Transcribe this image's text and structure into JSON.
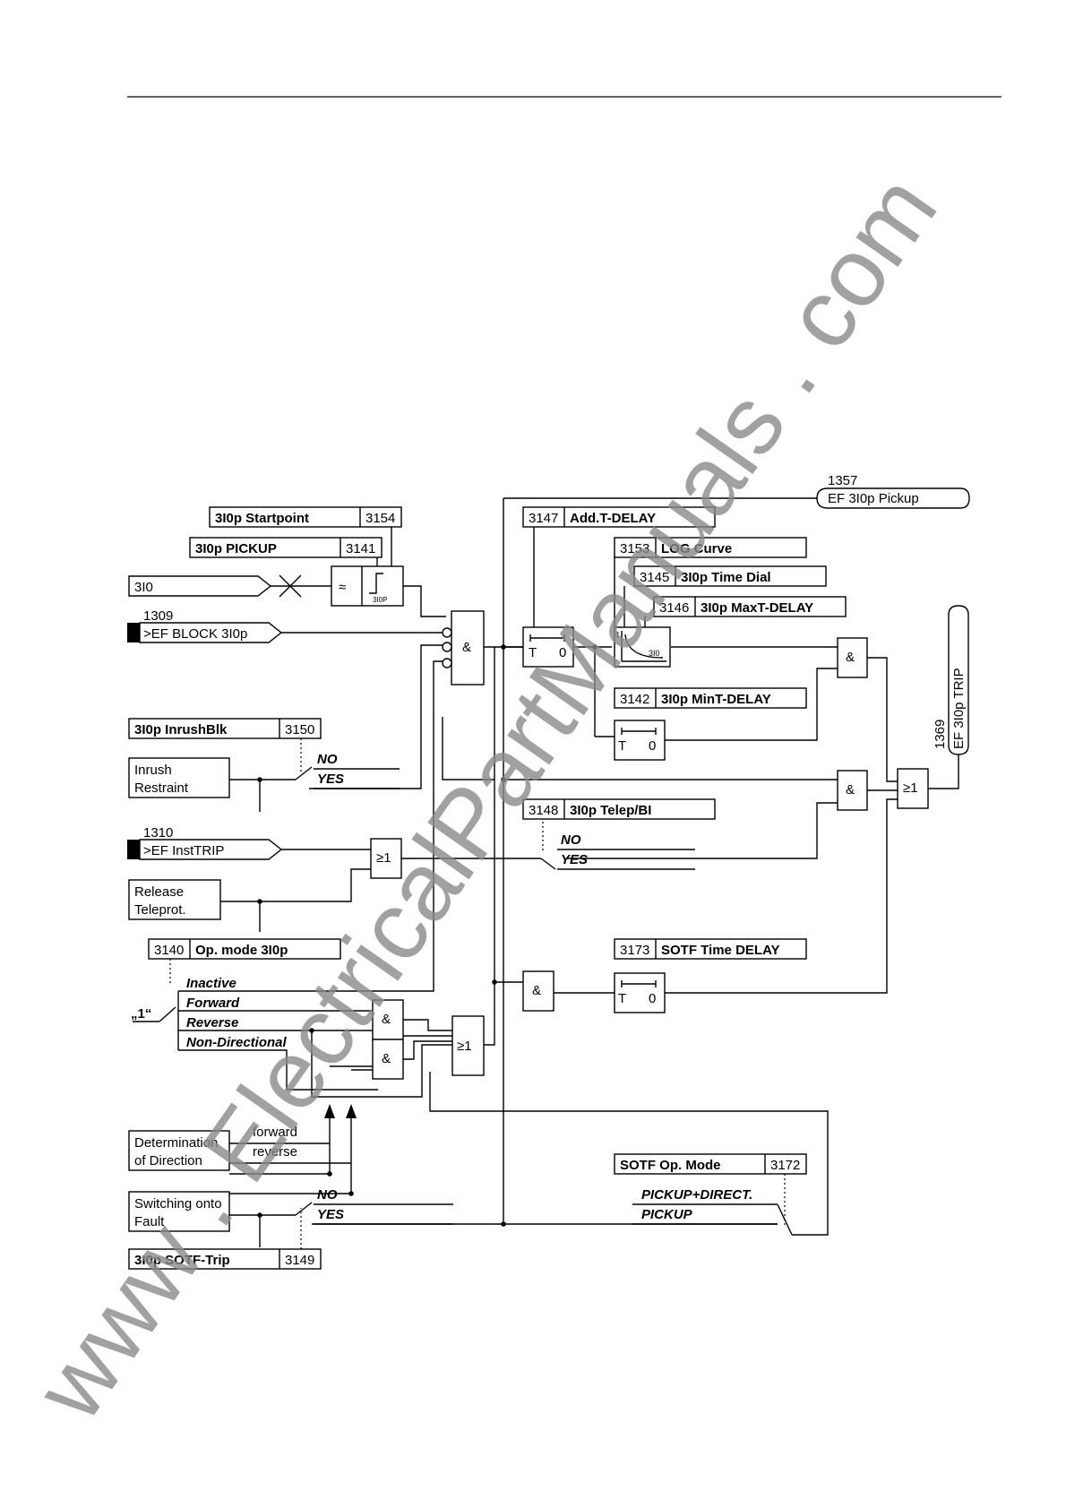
{
  "watermark": "www . ElectricalPartManuals . com",
  "params": {
    "startpoint": {
      "name": "3I0p Startpoint",
      "addr": "3154"
    },
    "pickup": {
      "name": "3I0p PICKUP",
      "addr": "3141"
    },
    "inrush_blk": {
      "name": "3I0p InrushBlk",
      "addr": "3150"
    },
    "op_mode": {
      "name": "Op. mode 3I0p",
      "addr": "3140"
    },
    "sotf_trip": {
      "name": "3I0p SOTF-Trip",
      "addr": "3149"
    },
    "add_t_delay": {
      "name": "Add.T-DELAY",
      "addr": "3147"
    },
    "log_curve": {
      "name": "LOG Curve",
      "addr": "3153"
    },
    "time_dial": {
      "name": "3I0p Time Dial",
      "addr": "3145"
    },
    "maxt_delay": {
      "name": "3I0p MaxT-DELAY",
      "addr": "3146"
    },
    "mint_delay": {
      "name": "3I0p MinT-DELAY",
      "addr": "3142"
    },
    "telep_bi": {
      "name": "3I0p Telep/BI",
      "addr": "3148"
    },
    "sotf_time_delay": {
      "name": "SOTF Time DELAY",
      "addr": "3173"
    },
    "sotf_op_mode": {
      "name": "SOTF Op. Mode",
      "addr": "3172"
    }
  },
  "inputs": {
    "i0": "3I0",
    "block": {
      "num": "1309",
      "label": ">EF BLOCK 3I0p"
    },
    "inst_trip": {
      "num": "1310",
      "label": ">EF InstTRIP"
    },
    "inrush": [
      "Inrush",
      "Restraint"
    ],
    "release": [
      "Release",
      "Teleprot."
    ],
    "determination": [
      "Determination",
      "of Direction"
    ],
    "switching": [
      "Switching onto",
      "Fault"
    ],
    "constant_one": "„1“"
  },
  "switch_labels": {
    "no": "NO",
    "yes": "YES",
    "inactive": "Inactive",
    "forward_mode": "Forward",
    "reverse_mode": "Reverse",
    "non_directional": "Non-Directional",
    "forward": "forward",
    "reverse": "reverse",
    "pickup_direct": "PICKUP+DIRECT.",
    "pickup": "PICKUP"
  },
  "outputs": {
    "pickup": {
      "num": "1357",
      "label": "EF 3I0p Pickup"
    },
    "trip": {
      "num": "1369",
      "label": "EF 3I0p TRIP"
    }
  },
  "gates": {
    "and": "&",
    "or": "≥1",
    "timer_t": "T",
    "timer_zero": "0",
    "curve_t": "t",
    "curve_i": "3I0",
    "level_i": "3I0P"
  }
}
